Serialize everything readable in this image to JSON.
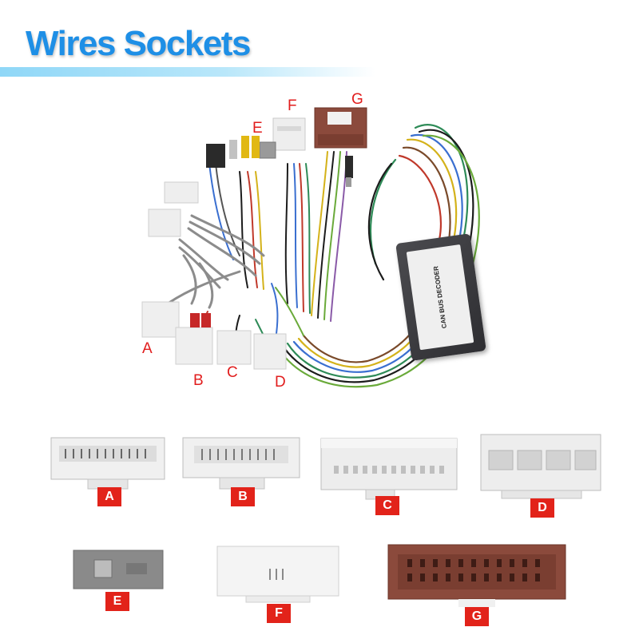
{
  "header": {
    "title": "Wires Sockets"
  },
  "harness": {
    "callouts": [
      "A",
      "B",
      "C",
      "D",
      "E",
      "F",
      "G"
    ],
    "module": {
      "label": "CAN BUS DECODER"
    }
  },
  "sockets": [
    {
      "tag": "A"
    },
    {
      "tag": "B"
    },
    {
      "tag": "C"
    },
    {
      "tag": "D"
    },
    {
      "tag": "E"
    },
    {
      "tag": "F"
    },
    {
      "tag": "G"
    }
  ],
  "colors": {
    "title": "#1e8fe6",
    "accent_red": "#e2231a",
    "callout_red": "#e11d1d",
    "connector_white": "#ededed",
    "connector_gray": "#8a8a8a",
    "connector_brown": "#8b4a3c"
  }
}
